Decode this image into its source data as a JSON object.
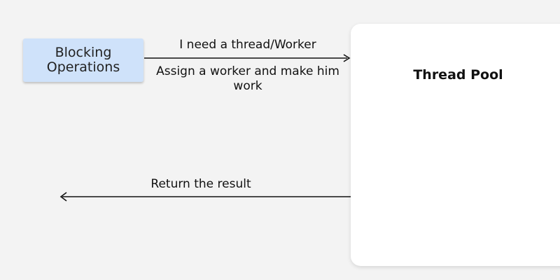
{
  "nodes": {
    "blocking_operations": {
      "label_line1": "Blocking",
      "label_line2": "Operations",
      "fill": "#cfe2fa"
    },
    "thread_pool": {
      "title": "Thread Pool",
      "fill": "#ffffff"
    }
  },
  "edges": {
    "request": {
      "label": "I need a thread/Worker",
      "from": "blocking_operations",
      "to": "thread_pool"
    },
    "assign": {
      "label": "Assign a worker and make him work"
    },
    "return": {
      "label": "Return the result",
      "from": "thread_pool",
      "to": "blocking_operations"
    }
  },
  "colors": {
    "background": "#f3f3f3",
    "stroke": "#111111"
  }
}
